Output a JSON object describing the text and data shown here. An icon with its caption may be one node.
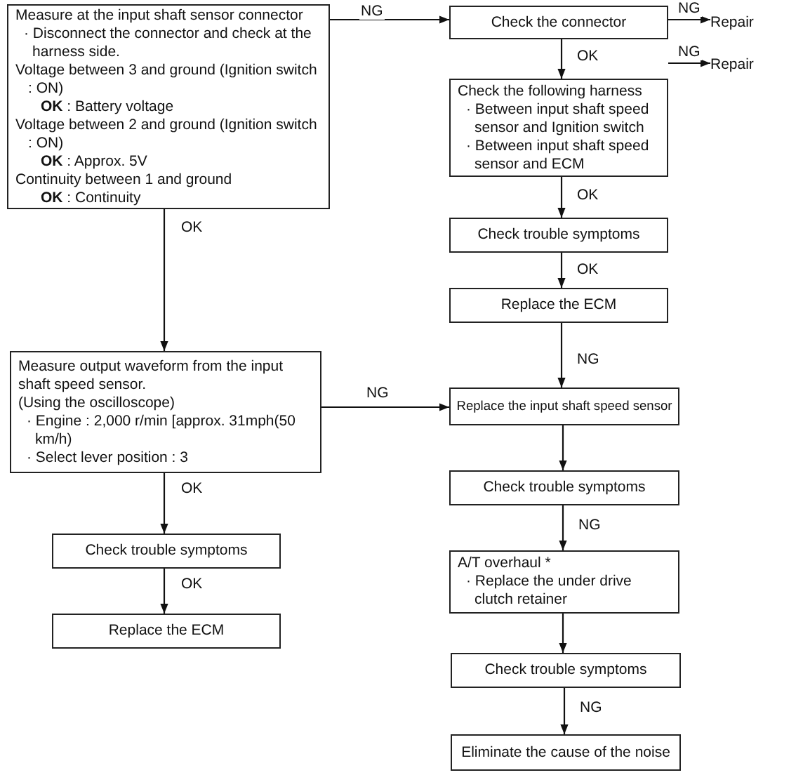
{
  "diagram": {
    "nodes": [
      {
        "text": [
          "Measure at the input shaft sensor connector",
          "· Disconnect the connector and check at the harness side.",
          "Voltage between 3 and ground (Ignition switch : ON)",
          "**OK** : Battery voltage",
          "Voltage between 2 and ground (Ignition switch : ON)",
          "**OK** : Approx. 5V",
          "Continuity between 1 and ground",
          "**OK** : Continuity"
        ]
      },
      {
        "text": [
          "Check the connector"
        ]
      },
      {
        "text": [
          "Repair"
        ]
      },
      {
        "text": [
          "Check the following harness",
          "· Between input shaft speed sensor and Ignition switch",
          "· Between input shaft speed sensor and ECM"
        ]
      },
      {
        "text": [
          "Repair"
        ]
      },
      {
        "text": [
          "Check trouble symptoms"
        ]
      },
      {
        "text": [
          "Replace the ECM"
        ]
      },
      {
        "text": [
          "Measure output waveform from the input shaft speed sensor.",
          "(Using the oscilloscope)",
          "· Engine : 2,000 r/min [approx. 31mph(50 km/h)",
          "· Select lever position : 3"
        ]
      },
      {
        "text": [
          "Check trouble symptoms"
        ]
      },
      {
        "text": [
          "Replace the ECM"
        ]
      },
      {
        "text": [
          "Replace the input shaft speed sensor"
        ]
      },
      {
        "text": [
          "Check trouble symptoms"
        ]
      },
      {
        "text": [
          "A/T overhaul *",
          "· Replace the under drive clutch retainer"
        ]
      },
      {
        "text": [
          "Check trouble symptoms"
        ]
      },
      {
        "text": [
          "Eliminate the cause of the noise"
        ]
      }
    ],
    "edges": [
      {
        "from": 0,
        "to": 1,
        "arrow": "to",
        "label": "NG"
      },
      {
        "from": 1,
        "to": 2,
        "arrow": "to",
        "label": "NG"
      },
      {
        "from": 1,
        "to": 3,
        "arrow": "to",
        "label": "OK"
      },
      {
        "from": 3,
        "to": 4,
        "arrow": "to",
        "label": "NG"
      },
      {
        "from": 3,
        "to": 5,
        "arrow": "to",
        "label": "OK"
      },
      {
        "from": 5,
        "to": 6,
        "arrow": "to",
        "label": "OK"
      },
      {
        "from": 6,
        "to": 10,
        "arrow": "to",
        "label": "NG"
      },
      {
        "from": 0,
        "to": 7,
        "arrow": "to",
        "label": "OK"
      },
      {
        "from": 7,
        "to": 10,
        "arrow": "to",
        "label": "NG"
      },
      {
        "from": 7,
        "to": 8,
        "arrow": "to",
        "label": "OK"
      },
      {
        "from": 8,
        "to": 9,
        "arrow": "to",
        "label": "OK"
      },
      {
        "from": 10,
        "to": 11,
        "arrow": "to"
      },
      {
        "from": 11,
        "to": 12,
        "arrow": "to",
        "label": "NG"
      },
      {
        "from": 12,
        "to": 13,
        "arrow": "to"
      },
      {
        "from": 13,
        "to": 14,
        "arrow": "to",
        "label": "NG"
      }
    ]
  }
}
